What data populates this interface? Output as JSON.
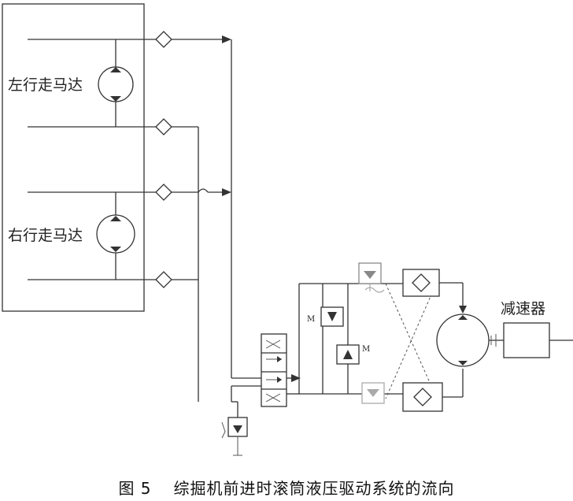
{
  "labels": {
    "left_motor": "左行走马达",
    "right_motor": "右行走马达",
    "reducer": "减速器"
  },
  "caption": {
    "figure_number": "图 5",
    "title": "综掘机前进时滚筒液压驱动系统的流向"
  },
  "colors": {
    "line": "#333333",
    "background": "#ffffff"
  }
}
